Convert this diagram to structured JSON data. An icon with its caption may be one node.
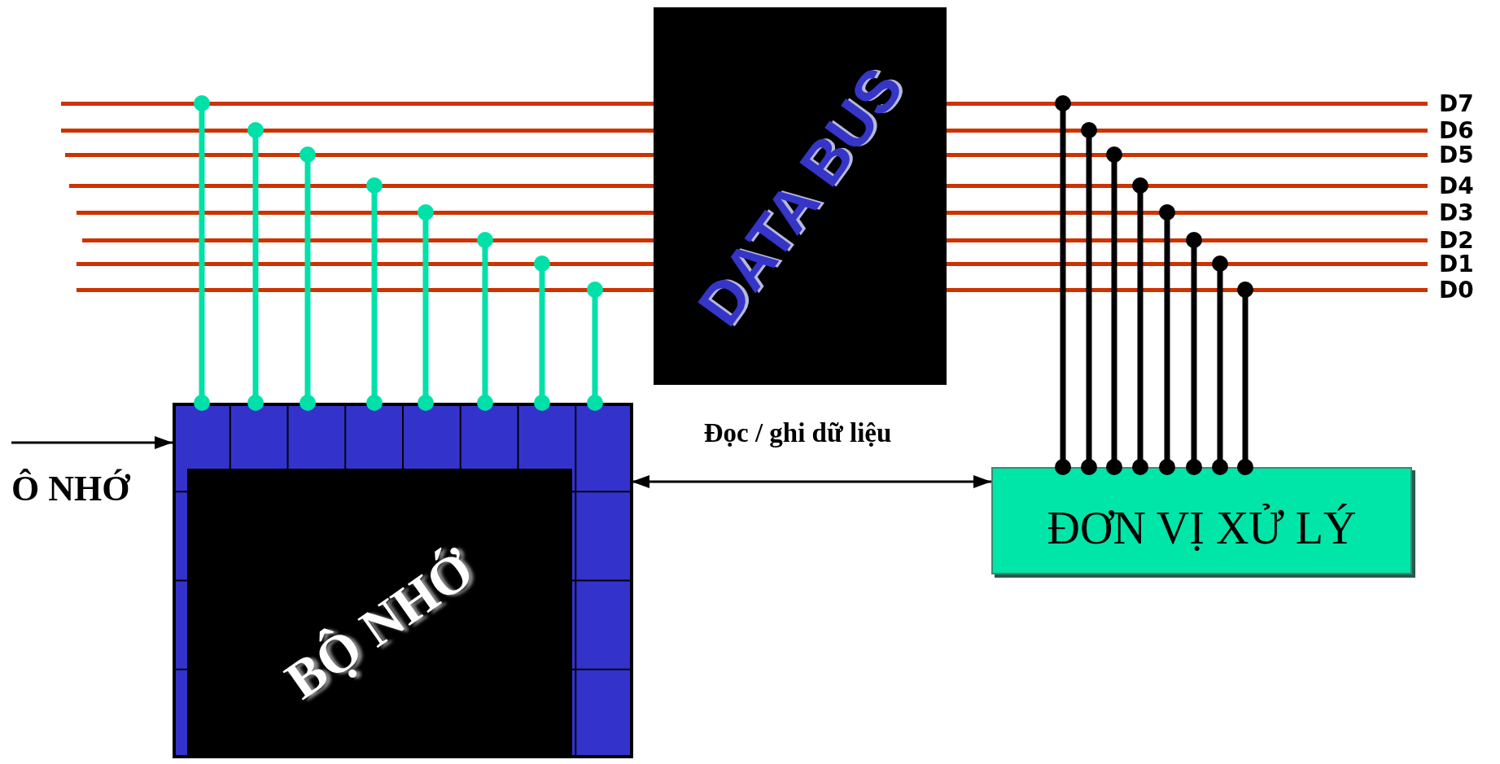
{
  "diagram": {
    "nodes": [
      {
        "text": [
          "DATA BUS"
        ]
      },
      {
        "text": [],
        "shape": "box"
      },
      {
        "text": [
          "BỘ NHỚ"
        ],
        "in": 1
      },
      {
        "text": [
          "Ô NHỚ"
        ]
      },
      {
        "text": [
          "ĐƠN VỊ XỬ LÝ"
        ]
      },
      {
        "text": [
          "D7"
        ]
      },
      {
        "text": [
          "D6"
        ]
      },
      {
        "text": [
          "D5"
        ]
      },
      {
        "text": [
          "D4"
        ]
      },
      {
        "text": [
          "D3"
        ]
      },
      {
        "text": [
          "D2"
        ]
      },
      {
        "text": [
          "D1"
        ]
      },
      {
        "text": [
          "D0"
        ]
      }
    ],
    "edges": [
      {
        "from": 1,
        "to": 5,
        "arrow": "other",
        "color": "#00e0a8"
      },
      {
        "from": 1,
        "to": 6,
        "arrow": "other",
        "color": "#00e0a8"
      },
      {
        "from": 1,
        "to": 7,
        "arrow": "other",
        "color": "#00e0a8"
      },
      {
        "from": 1,
        "to": 8,
        "arrow": "other",
        "color": "#00e0a8"
      },
      {
        "from": 1,
        "to": 9,
        "arrow": "other",
        "color": "#00e0a8"
      },
      {
        "from": 1,
        "to": 10,
        "arrow": "other",
        "color": "#00e0a8"
      },
      {
        "from": 1,
        "to": 11,
        "arrow": "other",
        "color": "#00e0a8"
      },
      {
        "from": 1,
        "to": 12,
        "arrow": "other",
        "color": "#00e0a8"
      },
      {
        "from": 4,
        "to": 5,
        "arrow": "other",
        "color": "#000000"
      },
      {
        "from": 4,
        "to": 6,
        "arrow": "other",
        "color": "#000000"
      },
      {
        "from": 4,
        "to": 7,
        "arrow": "other",
        "color": "#000000"
      },
      {
        "from": 4,
        "to": 8,
        "arrow": "other",
        "color": "#000000"
      },
      {
        "from": 4,
        "to": 9,
        "arrow": "other",
        "color": "#000000"
      },
      {
        "from": 4,
        "to": 10,
        "arrow": "other",
        "color": "#000000"
      },
      {
        "from": 4,
        "to": 11,
        "arrow": "other",
        "color": "#000000"
      },
      {
        "from": 4,
        "to": 12,
        "arrow": "other",
        "color": "#000000"
      },
      {
        "from": 3,
        "to": 1,
        "arrow": "to"
      },
      {
        "from": 1,
        "to": 4,
        "arrow": "both",
        "label": "Đọc / ghi dữ liệu"
      }
    ]
  }
}
